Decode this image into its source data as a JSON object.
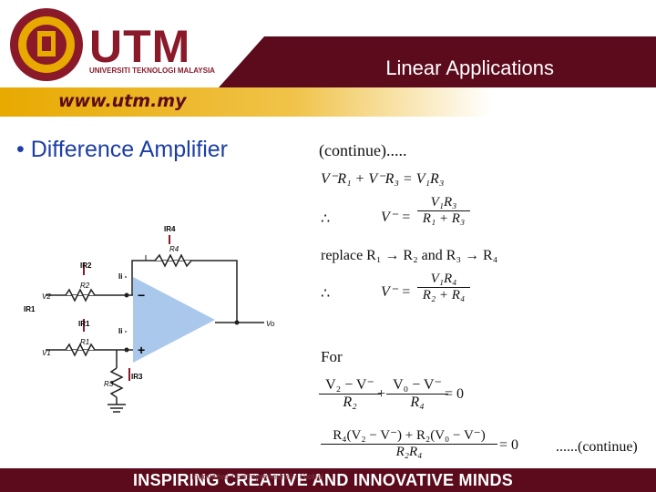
{
  "header": {
    "logo_text": "UTM",
    "logo_subtitle": "UNIVERSITI TEKNOLOGI MALAYSIA",
    "title": "Linear Applications",
    "website": "www.utm.my"
  },
  "content": {
    "bullet": "• Difference Amplifier",
    "circuit_labels": {
      "ir4": "IR4",
      "r4": "R4",
      "ir2": "IR2",
      "ii_top": "Ii -",
      "v2": "V2",
      "r2": "R2",
      "ir1_left": "IR1",
      "ir1": "IR1",
      "ii_bot": "Ii -",
      "v1": "V1",
      "r1": "R1",
      "ir3": "IR3",
      "r3": "R3",
      "vo": "Vo",
      "minus": "−",
      "plus": "+"
    },
    "math": {
      "continue_top": "(continue).....",
      "eq1": "V⁻R₁ + V⁻R₃ = V₁R₃",
      "therefore1": "∴",
      "eq2_lhs": "V⁻ =",
      "eq2_num": "V₁R₃",
      "eq2_den": "R₁ + R₃",
      "replace": "replace R₁ → R₂   and   R₃ → R₄",
      "therefore2": "∴",
      "eq3_lhs": "V⁻ =",
      "eq3_num": "V₁R₄",
      "eq3_den": "R₂ + R₄",
      "for": "For",
      "eq4_a_num": "V₂ − V⁻",
      "eq4_a_den": "R₂",
      "eq4_plus": "+",
      "eq4_b_num": "V₀ − V⁻",
      "eq4_b_den": "R₄",
      "eq4_rhs": "= 0",
      "eq5_num": "R₄(V₂ − V⁻) + R₂(V₀ − V⁻)",
      "eq5_den": "R₂R₄",
      "eq5_rhs": "= 0",
      "continue_bottom": "......(continue)"
    }
  },
  "footer": {
    "slogan": "INSPIRING CREATIVE AND INNOVATIVE MINDS",
    "faint": "Innovative • Entrepreneurial • Global"
  },
  "colors": {
    "maroon": "#5c0b1c",
    "gold": "#e8a900",
    "blue": "#1d3fa5",
    "opamp": "#a9c8ec"
  }
}
